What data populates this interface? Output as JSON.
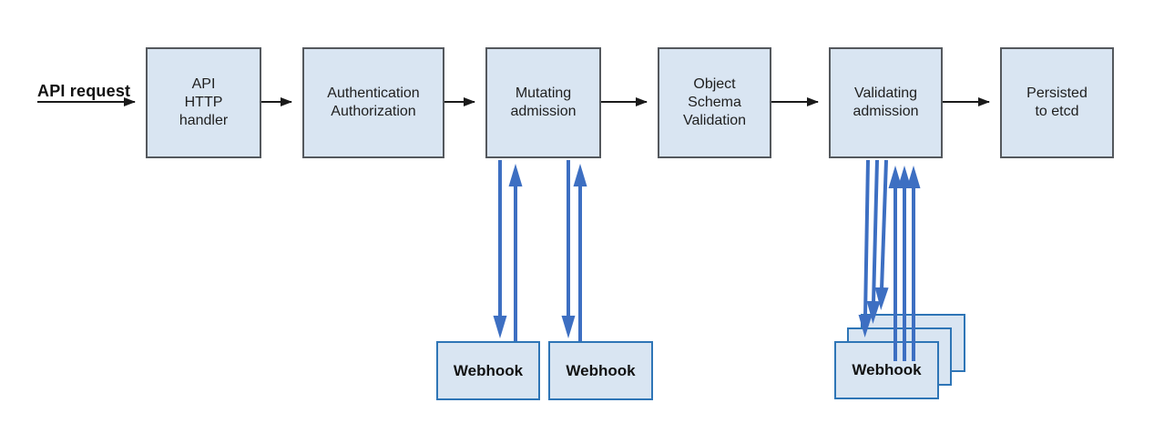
{
  "diagram": {
    "kind": "flow-diagram",
    "input_label": "API request",
    "nodes": [
      {
        "id": "api-http-handler",
        "label": "API\nHTTP\nhandler"
      },
      {
        "id": "authentication-authorization",
        "label": "Authentication\nAuthorization"
      },
      {
        "id": "mutating-admission",
        "label": "Mutating\nadmission"
      },
      {
        "id": "object-schema-validation",
        "label": "Object\nSchema\nValidation"
      },
      {
        "id": "validating-admission",
        "label": "Validating\nadmission"
      },
      {
        "id": "persisted-to-etcd",
        "label": "Persisted\nto etcd"
      }
    ],
    "webhooks": {
      "mutating_webhook_1": {
        "label": "Webhook"
      },
      "mutating_webhook_2": {
        "label": "Webhook"
      },
      "validating_webhook_stack": {
        "label": "Webhook",
        "stack_count": 3
      }
    },
    "edges": [
      "API request -> API HTTP handler",
      "API HTTP handler -> Authentication Authorization",
      "Authentication Authorization -> Mutating admission",
      "Mutating admission -> Object Schema Validation",
      "Object Schema Validation -> Validating admission",
      "Validating admission -> Persisted to etcd",
      "Mutating admission <-> Webhook (x2, blue)",
      "Validating admission <-> Webhook stack (x3, blue)"
    ],
    "colors": {
      "box_fill": "#d9e5f2",
      "box_border": "#54585d",
      "webhook_border": "#2e75b6",
      "arrow_black": "#1a1a1a",
      "arrow_blue": "#3d6fc2",
      "text": "#1f1f1f",
      "background": "#ffffff"
    }
  }
}
